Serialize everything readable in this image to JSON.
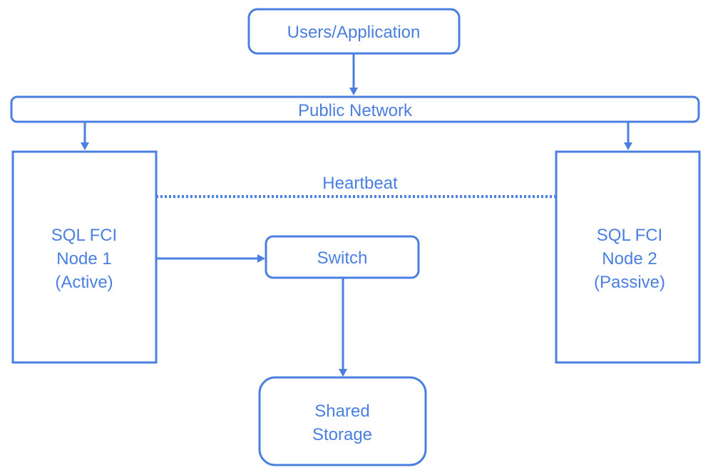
{
  "colors": {
    "accent": "#4a7fe0",
    "background": "#ffffff"
  },
  "labels": {
    "users": "Users/Application",
    "public_network": "Public Network",
    "heartbeat": "Heartbeat",
    "switch": "Switch",
    "storage": [
      "Shared",
      "Storage"
    ],
    "node1": [
      "SQL FCI",
      "Node 1",
      "(Active)"
    ],
    "node2": [
      "SQL FCI",
      "Node 2",
      "(Passive)"
    ]
  }
}
